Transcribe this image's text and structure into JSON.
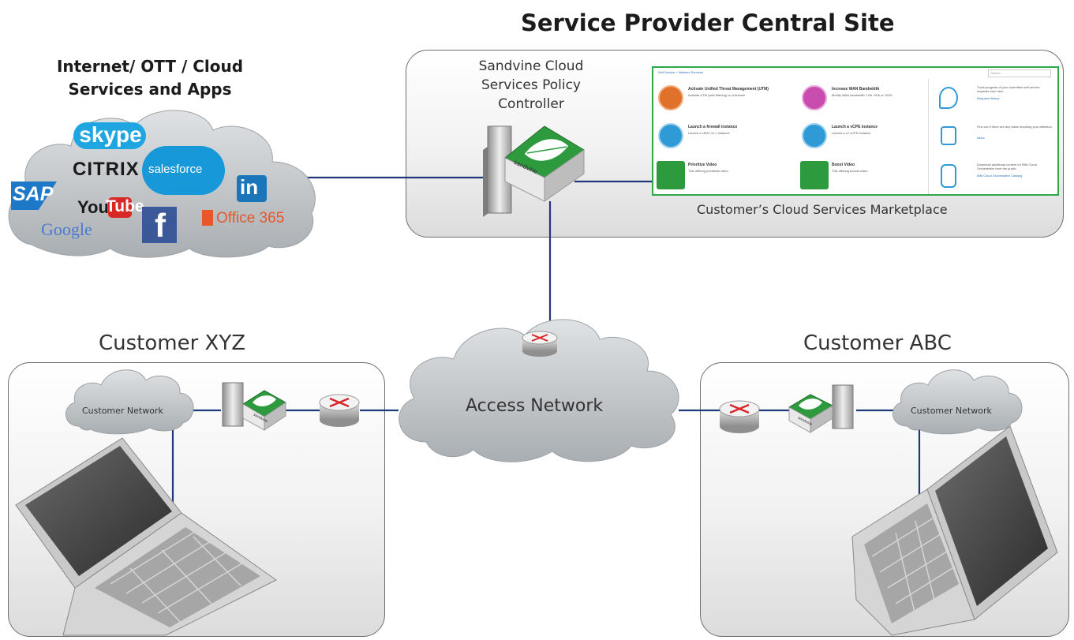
{
  "central_site": {
    "title": "Service Provider Central Site",
    "controller_label": [
      "Sandvine Cloud",
      "Services Policy",
      "Controller"
    ],
    "marketplace_label": "Customer’s Cloud Services Marketplace"
  },
  "cloud_services": {
    "title_lines": [
      "Internet/ OTT / Cloud",
      "Services and Apps"
    ],
    "logos": {
      "skype": "skype",
      "citrix": "CITRIX",
      "salesforce": "salesforce",
      "linkedin": "in",
      "sap": "SAP",
      "youtube_you": "You",
      "youtube_tube": "Tube",
      "google": "Google",
      "facebook": "f",
      "office365": "Office 365"
    }
  },
  "marketplace": {
    "breadcrumb": "Self Service > Network Services",
    "search_placeholder": "Search...",
    "items": [
      {
        "title": "Activate Unified Threat Management (UTM)",
        "desc": "Activate UTM (web filtering) on a firewall"
      },
      {
        "title": "Increase WAN Bandwidth",
        "desc": "Modify WAN bandwidth: 1Gb, 5Gb or 10Gb"
      },
      {
        "title": "Launch a firewall instance",
        "desc": "Launch a vSRX 12.1 instance"
      },
      {
        "title": "Launch a vCPE instance",
        "desc": "Launch a L2 vCPE instance"
      },
      {
        "title": "Prioritize Video",
        "desc": "This offering prioritizes video"
      },
      {
        "title": "Boost Video",
        "desc": "This offering boosts video"
      }
    ],
    "side": [
      {
        "text": "Track progress of your submitted self-service requests from here.",
        "link": "Request History"
      },
      {
        "text": "Find out if there are any tasks requiring your attention.",
        "link": "Inbox"
      },
      {
        "text": "Download additional content for IBM Cloud Orchestrator from the public",
        "link": "IBM Cloud Orchestrator Catalog"
      }
    ]
  },
  "access_network": {
    "label": "Access Network"
  },
  "customer_xyz": {
    "title": "Customer XYZ",
    "network_label": "Customer Network"
  },
  "customer_abc": {
    "title": "Customer ABC",
    "network_label": "Customer Network"
  },
  "device_brand": "sandvine",
  "colors": {
    "link_line": "#1f3a7a",
    "sandvine_green": "#2e9a3e",
    "marketplace_border": "#2ea84a",
    "router_red": "#d9262a",
    "cloud_gray": "#bfc3c6"
  }
}
